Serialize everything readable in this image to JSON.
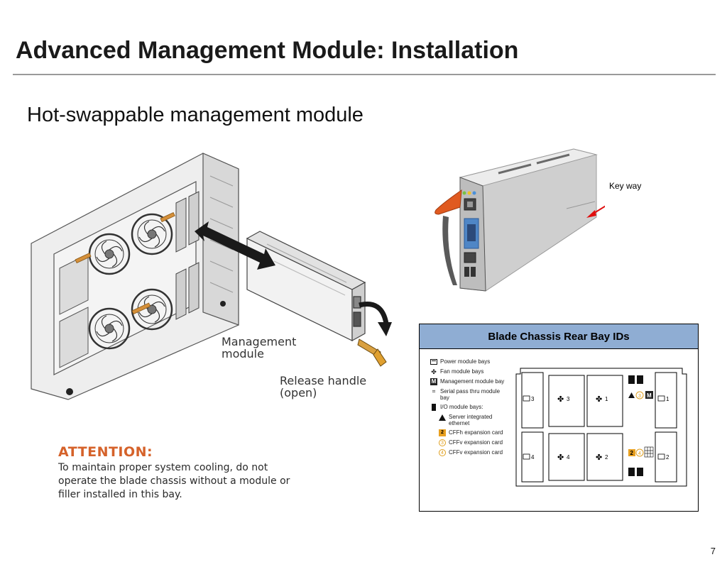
{
  "slide": {
    "title": "Advanced Management Module: Installation",
    "subtitle": "Hot-swappable management module",
    "page_number": "7"
  },
  "illustration": {
    "callout_module": "Management\nmodule",
    "callout_release": "Release handle\n(open)",
    "attention_title": "ATTENTION:",
    "attention_body": "To maintain proper system cooling, do not operate the blade chassis without a module or filler installed in this bay."
  },
  "photo": {
    "keyway_label": "Key way",
    "arrow_color": "#e01010",
    "handle_color": "#e05a20",
    "port_color": "#4f86c6"
  },
  "bay_ids": {
    "title": "Blade Chassis Rear Bay IDs",
    "header_color": "#8fadd3",
    "legend": [
      {
        "icon": "power-module-icon",
        "text": "Power module bays"
      },
      {
        "icon": "fan-module-icon",
        "text": "Fan module bays"
      },
      {
        "icon": "management-module-icon",
        "text": "Management module bay"
      },
      {
        "icon": "serial-pass-thru-icon",
        "text": "Serial pass thru module bay"
      },
      {
        "icon": "io-module-icon",
        "text": "I/O module bays:"
      },
      {
        "icon": "server-ethernet-icon",
        "text": "Server integrated ethernet"
      },
      {
        "icon": "cffh-icon",
        "text": "CFFh expansion card"
      },
      {
        "icon": "cffv-3-icon",
        "text": "CFFv expansion card"
      },
      {
        "icon": "cffv-4-icon",
        "text": "CFFv expansion card"
      }
    ],
    "badges": {
      "m": "M",
      "n2": "2",
      "n3": "3",
      "n4": "4"
    },
    "bays": {
      "power_top_left": "3",
      "fan_top_a": "3",
      "fan_top_b": "1",
      "power_top_right": "1",
      "power_bottom_left": "4",
      "fan_bottom_a": "4",
      "fan_bottom_b": "2",
      "power_bottom_right": "2"
    }
  }
}
